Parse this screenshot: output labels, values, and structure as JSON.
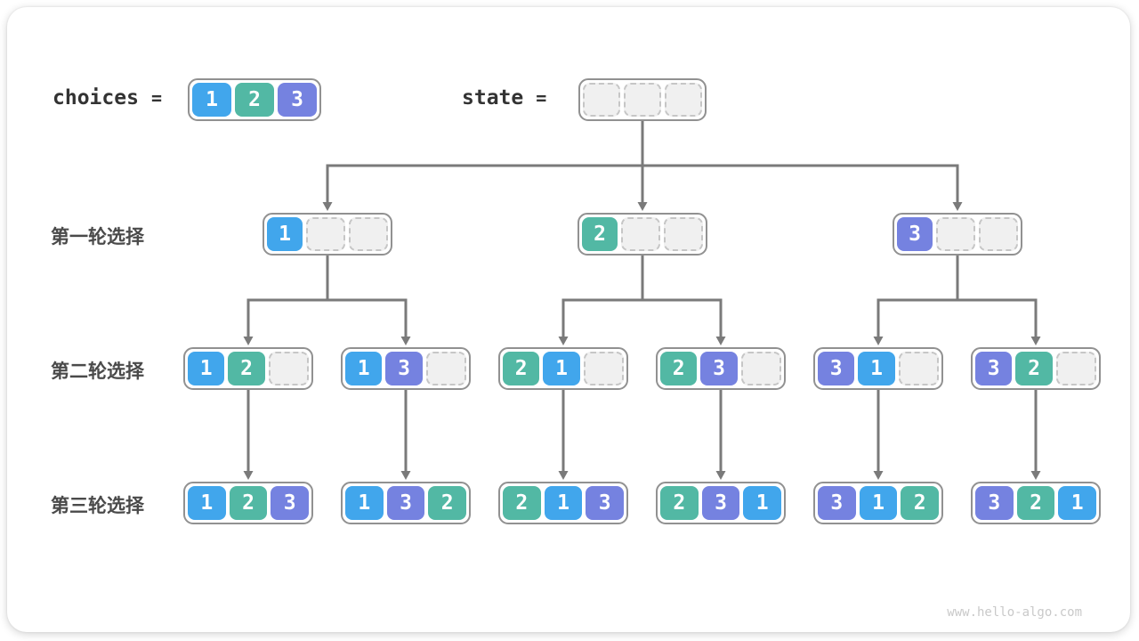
{
  "page": {
    "watermark": "www.hello-algo.com"
  },
  "colors": {
    "cell_1": "#41a6ec",
    "cell_2": "#52b8a4",
    "cell_3": "#7582e0",
    "empty_fill": "#f0f0f0",
    "empty_border": "#c6c6c6",
    "node_border": "#919191",
    "line": "#7a7a7a",
    "label_text": "#333333",
    "row_label_text": "#4a4a4a"
  },
  "header": {
    "choices_label": "choices",
    "equals": "=",
    "choices_cells": [
      "1",
      "2",
      "3"
    ],
    "state_label": "state",
    "state_cells": [
      null,
      null,
      null
    ]
  },
  "rows": [
    {
      "label": "第一轮选择",
      "nodes": [
        {
          "cells": [
            "1",
            null,
            null
          ]
        },
        {
          "cells": [
            "2",
            null,
            null
          ]
        },
        {
          "cells": [
            "3",
            null,
            null
          ]
        }
      ]
    },
    {
      "label": "第二轮选择",
      "nodes": [
        {
          "cells": [
            "1",
            "2",
            null
          ]
        },
        {
          "cells": [
            "1",
            "3",
            null
          ]
        },
        {
          "cells": [
            "2",
            "1",
            null
          ]
        },
        {
          "cells": [
            "2",
            "3",
            null
          ]
        },
        {
          "cells": [
            "3",
            "1",
            null
          ]
        },
        {
          "cells": [
            "3",
            "2",
            null
          ]
        }
      ]
    },
    {
      "label": "第三轮选择",
      "nodes": [
        {
          "cells": [
            "1",
            "2",
            "3"
          ]
        },
        {
          "cells": [
            "1",
            "3",
            "2"
          ]
        },
        {
          "cells": [
            "2",
            "1",
            "3"
          ]
        },
        {
          "cells": [
            "2",
            "3",
            "1"
          ]
        },
        {
          "cells": [
            "3",
            "1",
            "2"
          ]
        },
        {
          "cells": [
            "3",
            "2",
            "1"
          ]
        }
      ]
    }
  ]
}
